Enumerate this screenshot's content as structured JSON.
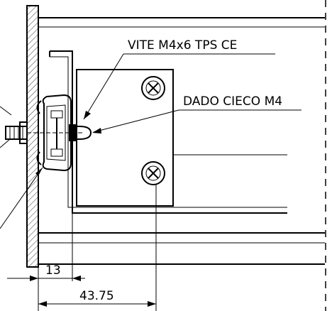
{
  "drawing": {
    "callouts": {
      "screw": "VITE M4x6 TPS CE",
      "nut": "DADO CIECO M4"
    },
    "dimensions": {
      "small": "13",
      "large": "43.75"
    }
  }
}
